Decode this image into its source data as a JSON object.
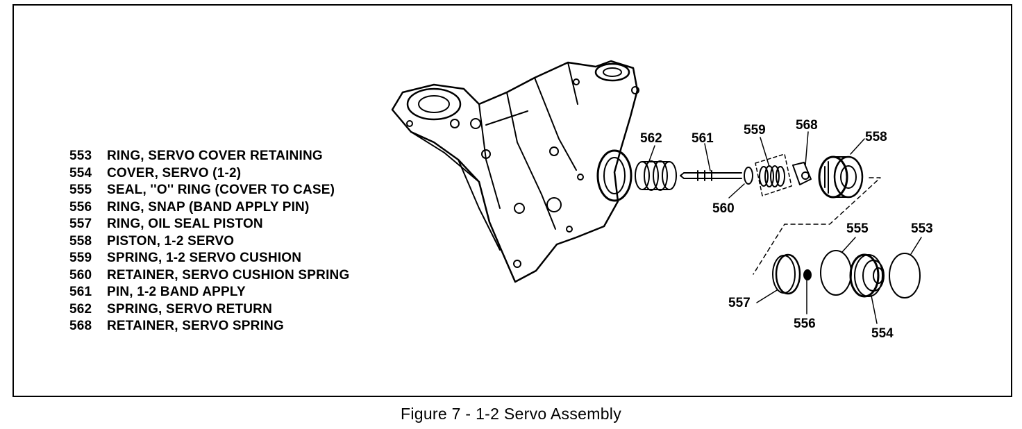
{
  "legend": [
    {
      "num": "553",
      "text": "RING, SERVO COVER RETAINING"
    },
    {
      "num": "554",
      "text": "COVER, SERVO (1-2)"
    },
    {
      "num": "555",
      "text": "SEAL, ''O'' RING (COVER TO CASE)"
    },
    {
      "num": "556",
      "text": "RING, SNAP (BAND APPLY PIN)"
    },
    {
      "num": "557",
      "text": "RING, OIL SEAL PISTON"
    },
    {
      "num": "558",
      "text": "PISTON, 1-2 SERVO"
    },
    {
      "num": "559",
      "text": "SPRING, 1-2 SERVO CUSHION"
    },
    {
      "num": "560",
      "text": "RETAINER, SERVO CUSHION SPRING"
    },
    {
      "num": "561",
      "text": "PIN, 1-2 BAND APPLY"
    },
    {
      "num": "562",
      "text": "SPRING, SERVO RETURN"
    },
    {
      "num": "568",
      "text": "RETAINER, SERVO SPRING"
    }
  ],
  "callouts": {
    "c562": "562",
    "c561": "561",
    "c559": "559",
    "c568": "568",
    "c558": "558",
    "c560": "560",
    "c555": "555",
    "c553": "553",
    "c557": "557",
    "c556": "556",
    "c554": "554"
  },
  "caption": "Figure 7 - 1-2 Servo Assembly"
}
